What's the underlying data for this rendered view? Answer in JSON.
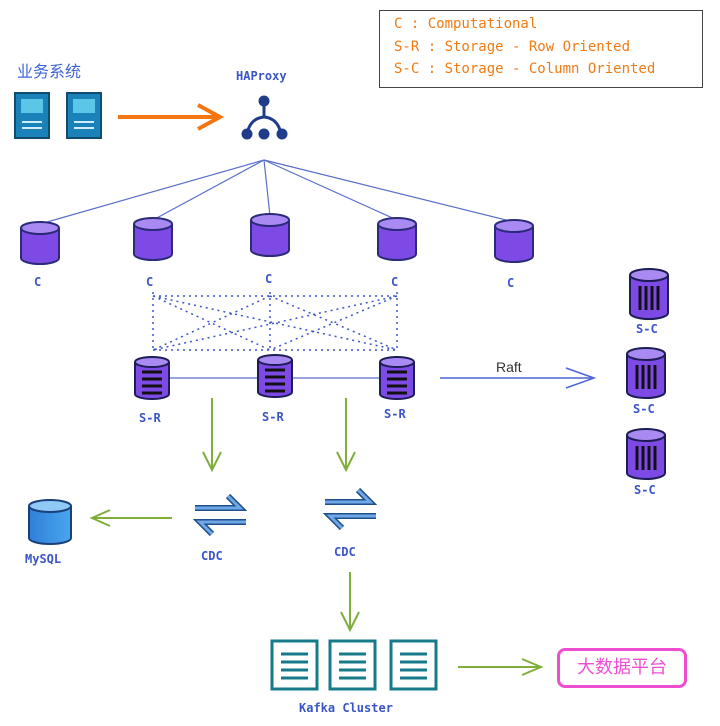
{
  "legend": {
    "line1": "C : Computational",
    "line2": "S-R : Storage - Row Oriented",
    "line3": "S-C : Storage - Column Oriented"
  },
  "business_system": "业务系统",
  "haproxy": "HAProxy",
  "compute_nodes": [
    "C",
    "C",
    "C",
    "C",
    "C"
  ],
  "row_storage_nodes": [
    "S-R",
    "S-R",
    "S-R"
  ],
  "column_storage_nodes": [
    "S-C",
    "S-C",
    "S-C"
  ],
  "raft": "Raft",
  "cdc": [
    "CDC",
    "CDC"
  ],
  "mysql": "MySQL",
  "kafka": "Kafka Cluster",
  "big_data_platform": "大数据平台"
}
